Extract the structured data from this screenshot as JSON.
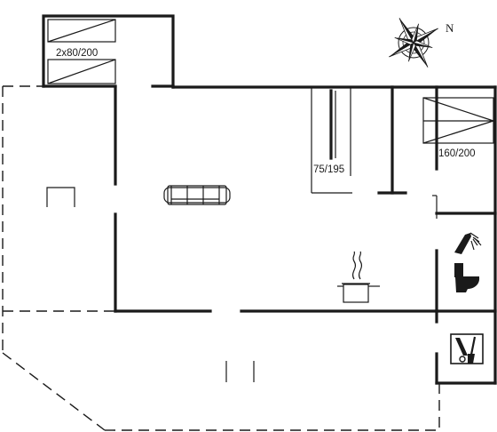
{
  "plan": {
    "compass": {
      "north_label": "N",
      "icon": "compass-rose-icon"
    },
    "beds": [
      {
        "id": "bed-2x80",
        "label": "2x80/200"
      },
      {
        "id": "bed-75",
        "label": "75/195"
      },
      {
        "id": "bed-160",
        "label": "160/200"
      }
    ],
    "furniture": {
      "sofa": "sofa-icon",
      "table": "table-icon",
      "stove": "cooking-pot-icon",
      "shower": "shower-icon",
      "toilet": "toilet-icon",
      "utility": "cleaning-tools-icon"
    }
  }
}
